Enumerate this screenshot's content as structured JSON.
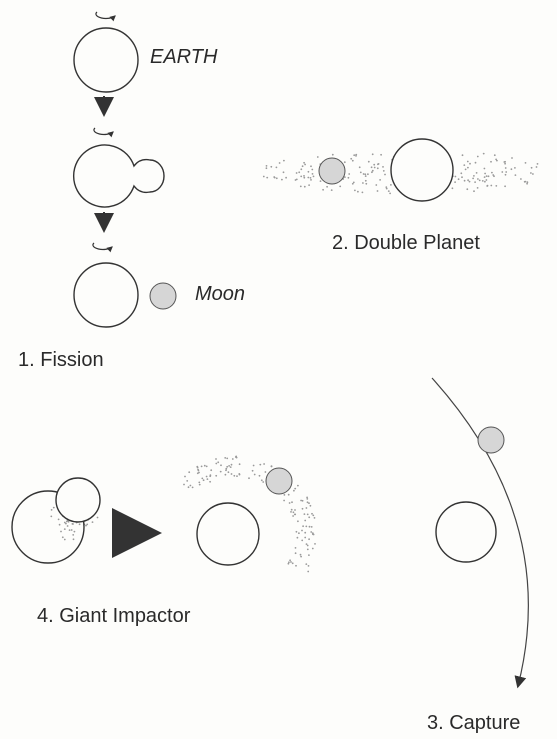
{
  "labels": {
    "earth": "EARTH",
    "moon": "Moon",
    "fission": "1.  Fission",
    "double_planet": "2.  Double Planet",
    "capture": "3.  Capture",
    "giant_impactor": "4.  Giant Impactor"
  },
  "colors": {
    "line": "#333333",
    "moon_fill": "#d6d6d6",
    "dust": "#9a9a9a",
    "background": "#fdfdfb"
  }
}
